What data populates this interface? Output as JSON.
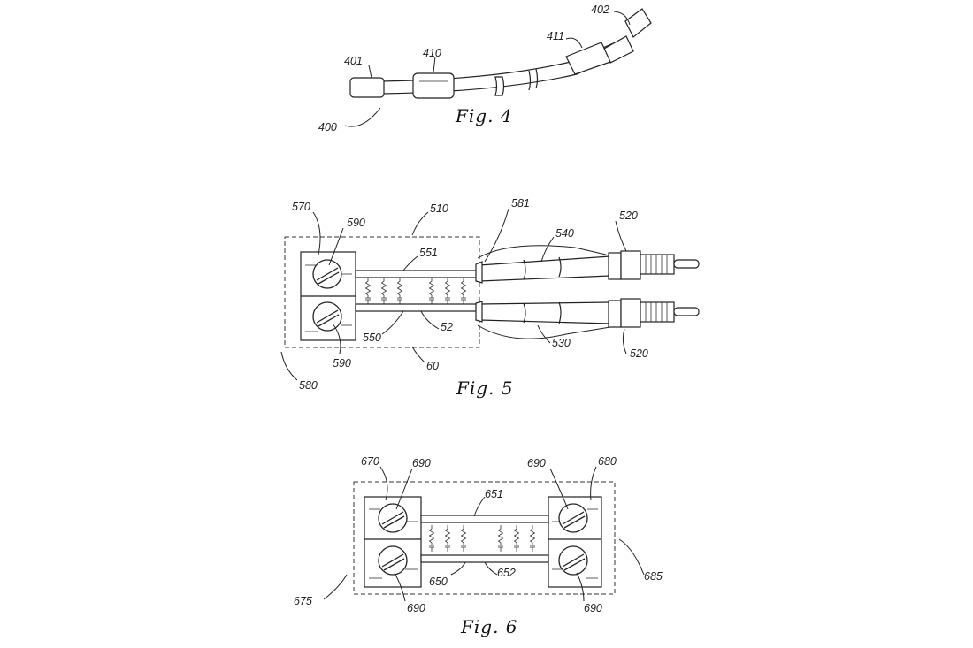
{
  "figures": [
    {
      "caption": "Fig. 4",
      "labels": {
        "r400": "400",
        "r401": "401",
        "r402": "402",
        "r410": "410",
        "r411": "411"
      }
    },
    {
      "caption": "Fig. 5",
      "labels": {
        "r570": "570",
        "r590a": "590",
        "r510": "510",
        "r581": "581",
        "r540": "540",
        "r520a": "520",
        "r551": "551",
        "r550": "550",
        "r52": "52",
        "r590b": "590",
        "r60": "60",
        "r580": "580",
        "r530": "530",
        "r520b": "520"
      }
    },
    {
      "caption": "Fig. 6",
      "labels": {
        "r670": "670",
        "r690a": "690",
        "r651": "651",
        "r690b": "690",
        "r680": "680",
        "r650": "650",
        "r652": "652",
        "r675": "675",
        "r685": "685",
        "r690c": "690",
        "r690d": "690"
      }
    }
  ]
}
